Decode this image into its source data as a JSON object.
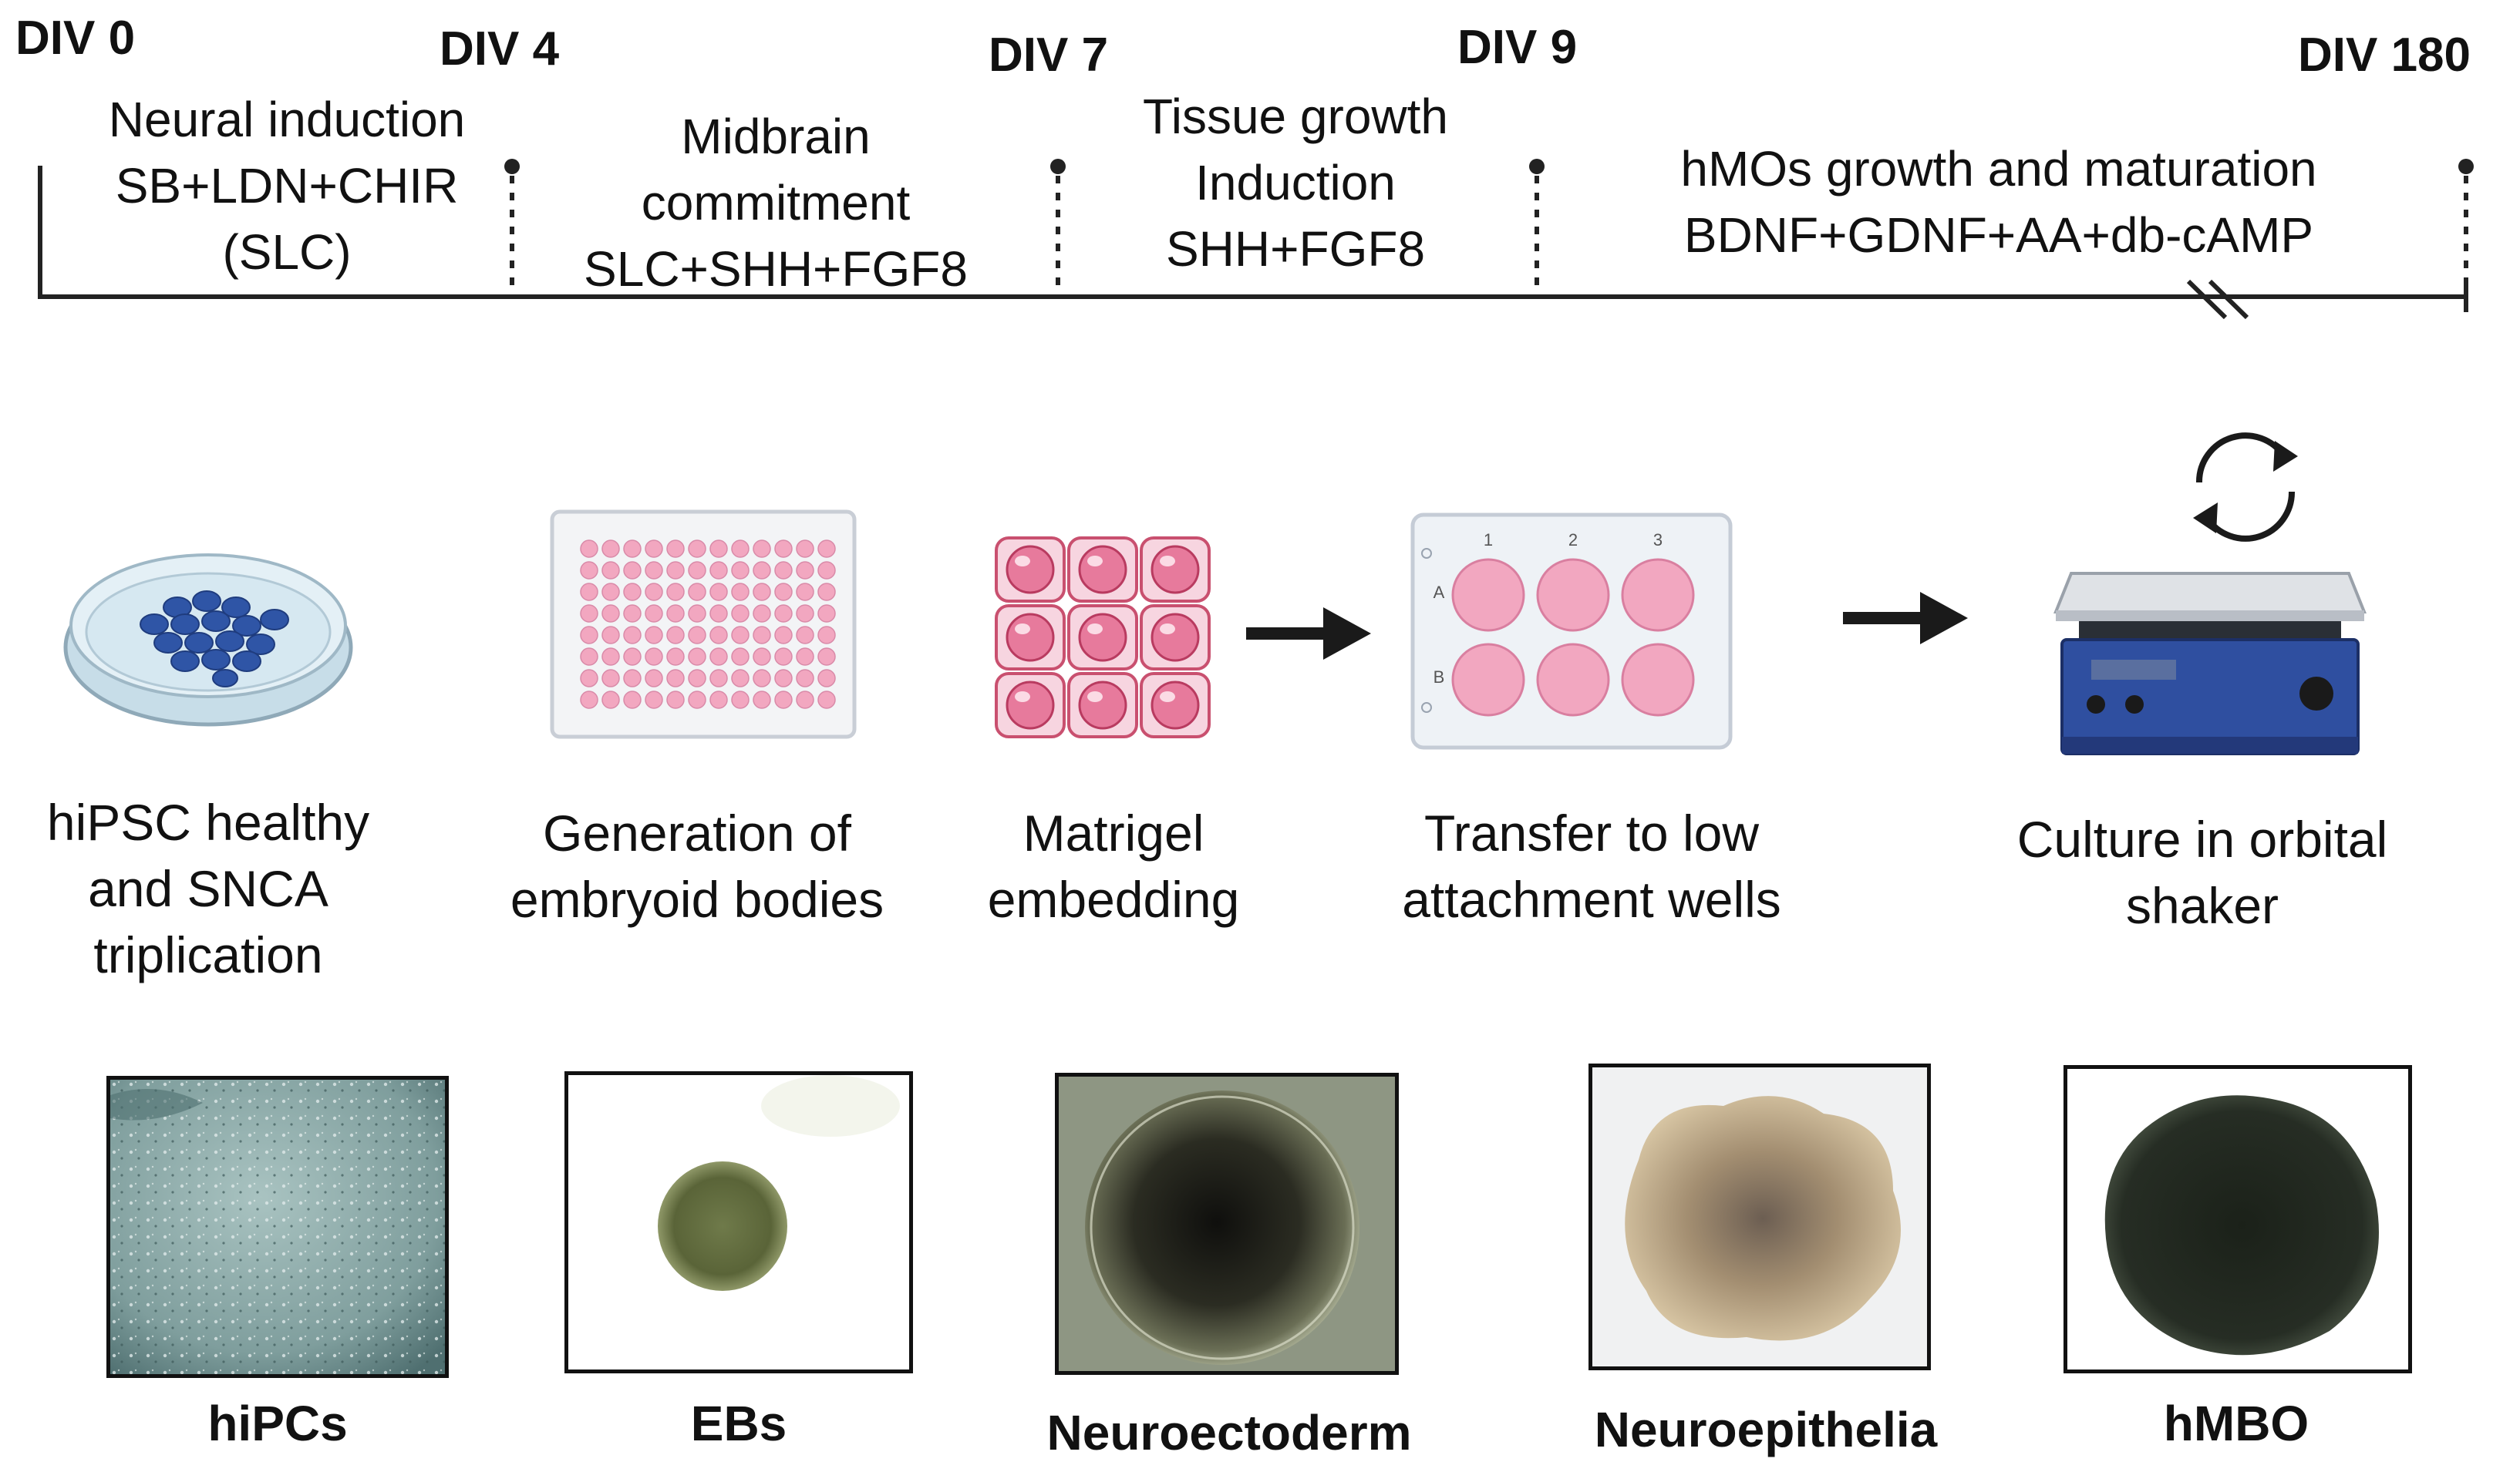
{
  "timeline": {
    "markers": [
      {
        "label": "DIV 0"
      },
      {
        "label": "DIV 4"
      },
      {
        "label": "DIV 7"
      },
      {
        "label": "DIV 9"
      },
      {
        "label": "DIV 180"
      }
    ],
    "phases": [
      {
        "lines": [
          "Neural induction",
          "SB+LDN+CHIR",
          "(SLC)"
        ]
      },
      {
        "lines": [
          "Midbrain",
          "commitment",
          "SLC+SHH+FGF8"
        ]
      },
      {
        "lines": [
          "Tissue growth",
          "Induction",
          "SHH+FGF8"
        ]
      },
      {
        "lines": [
          "hMOs growth and maturation",
          "BDNF+GDNF+AA+db-cAMP"
        ]
      }
    ]
  },
  "steps": [
    {
      "icon": "petri-dish-icon",
      "lines": [
        "hiPSC healthy",
        "and SNCA",
        "triplication"
      ]
    },
    {
      "icon": "96-well-plate-icon",
      "lines": [
        "Generation of",
        "embryoid bodies"
      ]
    },
    {
      "icon": "matrigel-droplets-icon",
      "lines": [
        "Matrigel",
        "embedding"
      ]
    },
    {
      "icon": "6-well-plate-icon",
      "lines": [
        "Transfer to low",
        "attachment wells"
      ]
    },
    {
      "icon": "orbital-shaker-icon",
      "lines": [
        "Culture in orbital",
        "shaker"
      ]
    }
  ],
  "plate6": {
    "cols": [
      "1",
      "2",
      "3"
    ],
    "rows": [
      "A",
      "B"
    ]
  },
  "micrographs": [
    {
      "label": "hiPCs"
    },
    {
      "label": "EBs"
    },
    {
      "label": "Neuroectoderm"
    },
    {
      "label": "Neuroepithelia"
    },
    {
      "label": "hMBO"
    }
  ],
  "colors": {
    "well_pink": "#f2a7c0",
    "dish_blue": "#2f55a6",
    "shaker_blue": "#2f4fa0",
    "arrow": "#1a1a1a"
  }
}
